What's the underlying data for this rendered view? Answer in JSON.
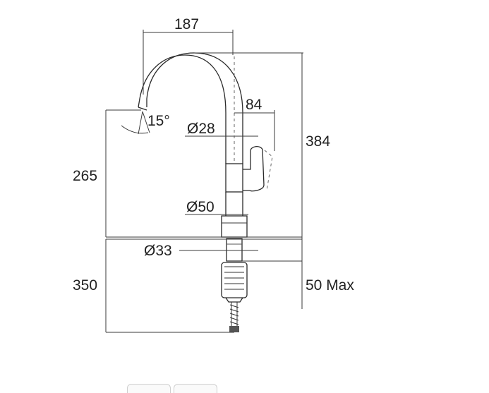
{
  "dimensions": {
    "spout_reach": "187",
    "handle_offset": "84",
    "spout_angle": "15°",
    "spout_diameter": "Ø28",
    "spout_outlet_height": "265",
    "total_height": "384",
    "body_diameter": "Ø50",
    "shank_diameter": "Ø33",
    "hose_length": "350",
    "max_counter_thickness": "50 Max"
  },
  "colors": {
    "line": "#3a3a3a",
    "text": "#222222",
    "background": "#ffffff"
  }
}
